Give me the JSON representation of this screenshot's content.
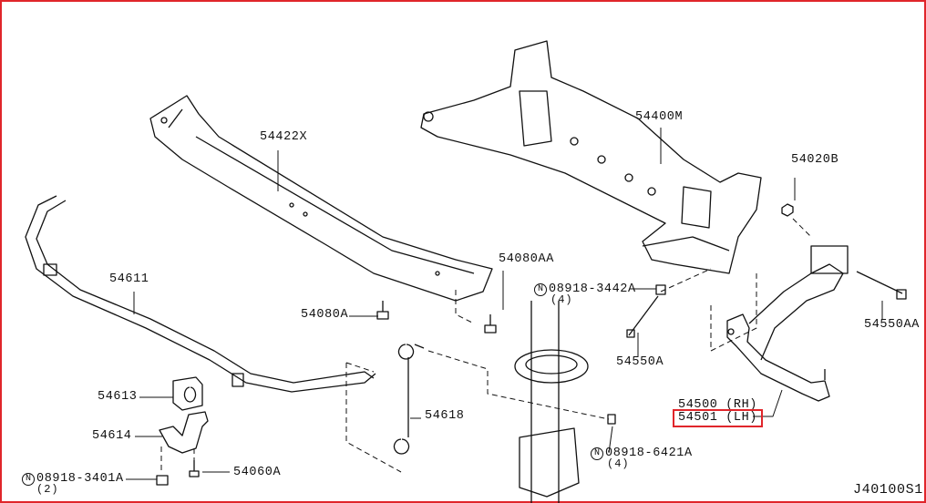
{
  "diagram_code": "J40100S1",
  "highlight_color": "#e0262b",
  "parts": {
    "crossmember": "54422X",
    "subframe": "54400M",
    "nut_54020b": "54020B",
    "stabilizer": "54611",
    "bolt_54080aa": "54080AA",
    "nut_3442a": {
      "number": "08918-3442A",
      "qty": "(4)",
      "mark": "N"
    },
    "bolt_54080a": "54080A",
    "bolt_54550aa": "54550AA",
    "bolt_54550a": "54550A",
    "bushing": "54613",
    "link": "54618",
    "arm_rh": "54500 (RH)",
    "arm_lh": "54501 (LH)",
    "clamp": "54614",
    "nut_6421a": {
      "number": "08918-6421A",
      "qty": "(4)",
      "mark": "N"
    },
    "nut_3401a": {
      "number": "08918-3401A",
      "qty": "(2)",
      "mark": "N"
    },
    "bolt_54060a": "54060A"
  }
}
